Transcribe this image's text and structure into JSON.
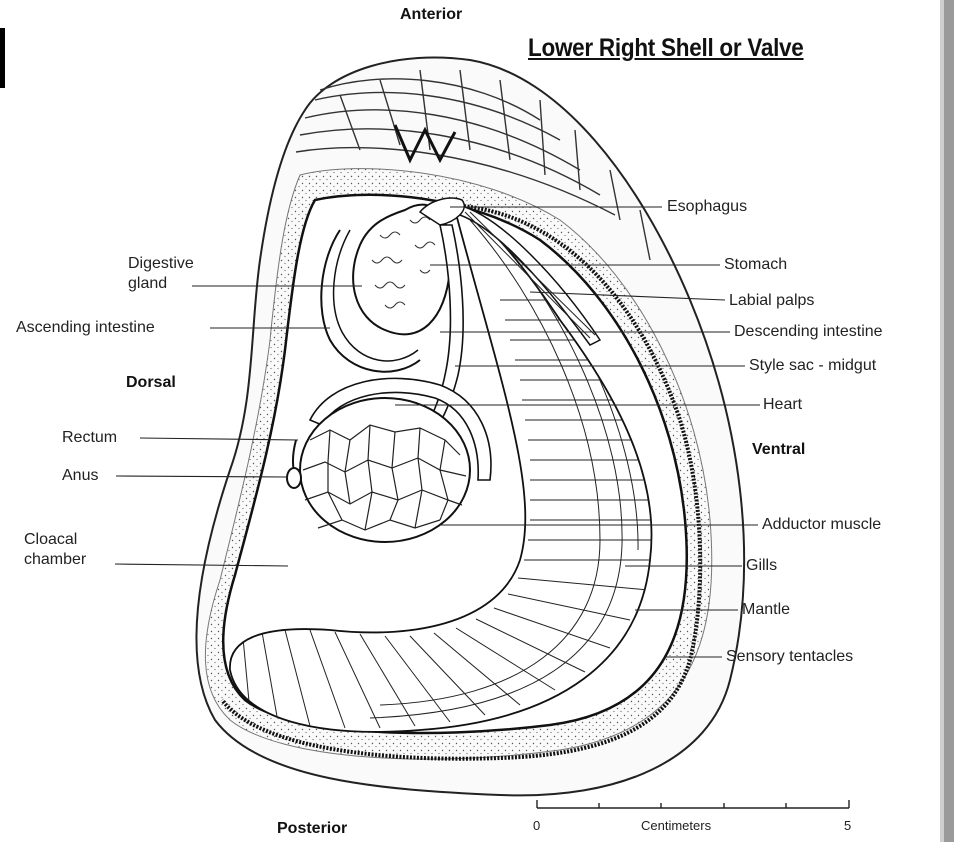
{
  "title": "Lower Right Shell or Valve",
  "orientation": {
    "anterior": "Anterior",
    "posterior": "Posterior",
    "dorsal": "Dorsal",
    "ventral": "Ventral"
  },
  "labels": {
    "esophagus": "Esophagus",
    "stomach": "Stomach",
    "labial_palps": "Labial palps",
    "descending_intestine": "Descending intestine",
    "style_sac": "Style sac - midgut",
    "heart": "Heart",
    "adductor_muscle": "Adductor muscle",
    "gills": "Gills",
    "mantle": "Mantle",
    "sensory_tentacles": "Sensory tentacles",
    "digestive_gland": "Digestive gland",
    "ascending_intestine": "Ascending intestine",
    "rectum": "Rectum",
    "anus": "Anus",
    "cloacal_chamber": "Cloacal chamber"
  },
  "scale": {
    "start": "0",
    "unit": "Centimeters",
    "end": "5"
  }
}
